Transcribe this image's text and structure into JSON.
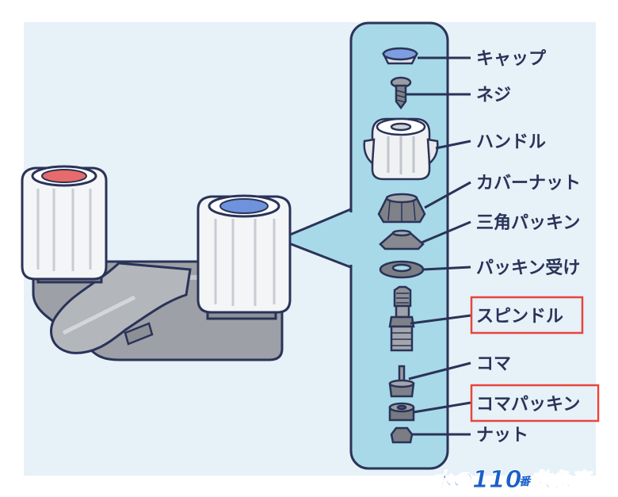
{
  "parts": [
    {
      "id": "cap",
      "label": "キャップ",
      "highlight": false
    },
    {
      "id": "screw",
      "label": "ネジ",
      "highlight": false
    },
    {
      "id": "handle",
      "label": "ハンドル",
      "highlight": false
    },
    {
      "id": "cover-nut",
      "label": "カバーナット",
      "highlight": false
    },
    {
      "id": "triangle-packing",
      "label": "三角パッキン",
      "highlight": false
    },
    {
      "id": "packing-receiver",
      "label": "パッキン受け",
      "highlight": false
    },
    {
      "id": "spindle",
      "label": "スピンドル",
      "highlight": true
    },
    {
      "id": "koma",
      "label": "コマ",
      "highlight": false
    },
    {
      "id": "koma-packing",
      "label": "コマパッキン",
      "highlight": true
    },
    {
      "id": "nut",
      "label": "ナット",
      "highlight": false
    }
  ],
  "logo": {
    "text": "水の110番救急車",
    "part1": "水の",
    "part2": "110",
    "part3": "番",
    "part4": "救急車"
  },
  "colors": {
    "background": "#e6f1f8",
    "panel": "#a8d9e8",
    "outline": "#2a3358",
    "highlight_box": "#e8453c",
    "hot_cap": "#e86b6b",
    "cold_cap": "#6e93dc",
    "logo_blue": "#1a5fc9"
  }
}
